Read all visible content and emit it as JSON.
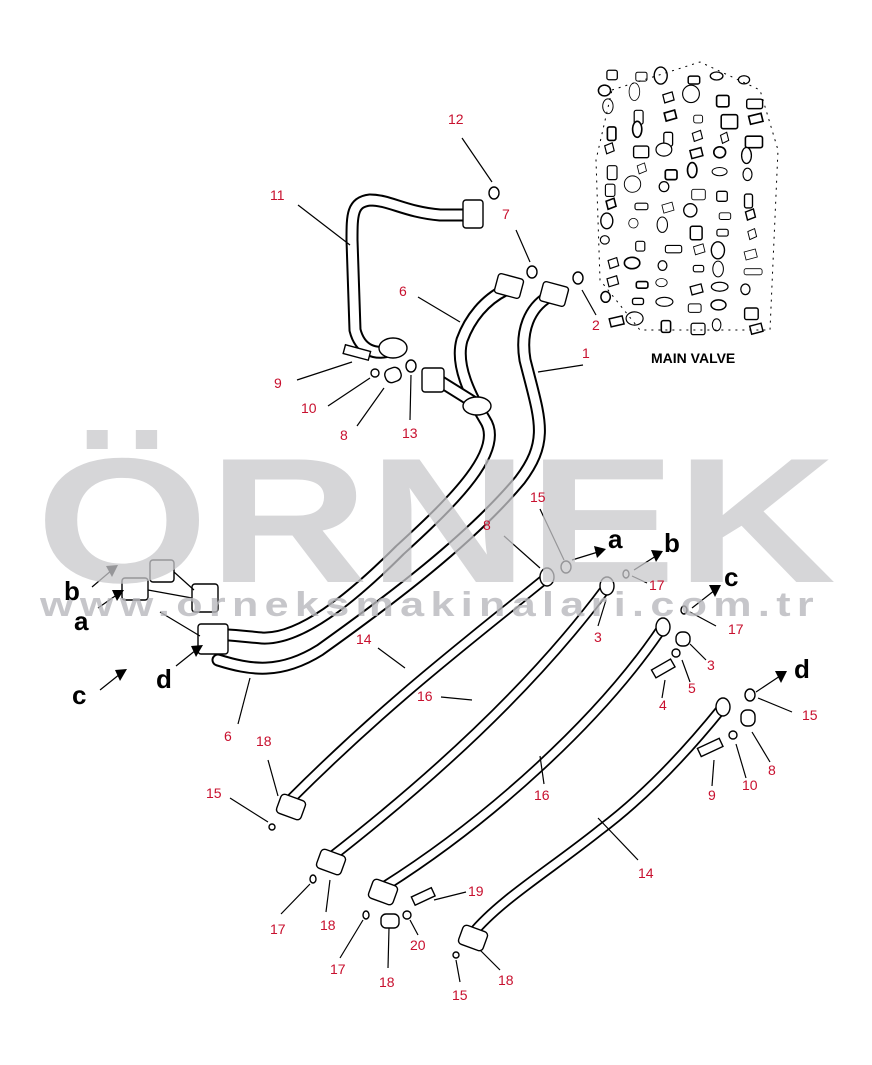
{
  "diagram": {
    "main_valve_label": "MAIN VALVE",
    "watermark": {
      "text": "ÖRNEK",
      "url": "www.orneksmakinalari.com.tr",
      "accent_color": "#f3e27a"
    },
    "connection_letters": [
      {
        "id": "a-right",
        "text": "a"
      },
      {
        "id": "b-right",
        "text": "b"
      },
      {
        "id": "c-right",
        "text": "c"
      },
      {
        "id": "d-right",
        "text": "d"
      },
      {
        "id": "b-left",
        "text": "b"
      },
      {
        "id": "a-left",
        "text": "a"
      },
      {
        "id": "c-left",
        "text": "c"
      },
      {
        "id": "d-left",
        "text": "d"
      }
    ],
    "callouts": [
      {
        "id": "c12",
        "text": "12"
      },
      {
        "id": "c11",
        "text": "11"
      },
      {
        "id": "c7",
        "text": "7"
      },
      {
        "id": "c6a",
        "text": "6"
      },
      {
        "id": "c2",
        "text": "2"
      },
      {
        "id": "c1",
        "text": "1"
      },
      {
        "id": "c9a",
        "text": "9"
      },
      {
        "id": "c10a",
        "text": "10"
      },
      {
        "id": "c8a",
        "text": "8"
      },
      {
        "id": "c13",
        "text": "13"
      },
      {
        "id": "c15a",
        "text": "15"
      },
      {
        "id": "c8b",
        "text": "8"
      },
      {
        "id": "c17a",
        "text": "17"
      },
      {
        "id": "c3a",
        "text": "3"
      },
      {
        "id": "c17b",
        "text": "17"
      },
      {
        "id": "c3b",
        "text": "3"
      },
      {
        "id": "c5",
        "text": "5"
      },
      {
        "id": "c4",
        "text": "4"
      },
      {
        "id": "c15b",
        "text": "15"
      },
      {
        "id": "c8c",
        "text": "8"
      },
      {
        "id": "c10b",
        "text": "10"
      },
      {
        "id": "c9b",
        "text": "9"
      },
      {
        "id": "c14a",
        "text": "14"
      },
      {
        "id": "c16a",
        "text": "16"
      },
      {
        "id": "c6b",
        "text": "6"
      },
      {
        "id": "c18a",
        "text": "18"
      },
      {
        "id": "c15c",
        "text": "15"
      },
      {
        "id": "c16b",
        "text": "16"
      },
      {
        "id": "c14b",
        "text": "14"
      },
      {
        "id": "c17c",
        "text": "17"
      },
      {
        "id": "c18b",
        "text": "18"
      },
      {
        "id": "c19",
        "text": "19"
      },
      {
        "id": "c20",
        "text": "20"
      },
      {
        "id": "c17d",
        "text": "17"
      },
      {
        "id": "c18c",
        "text": "18"
      },
      {
        "id": "c15d",
        "text": "15"
      },
      {
        "id": "c18d",
        "text": "18"
      }
    ]
  }
}
